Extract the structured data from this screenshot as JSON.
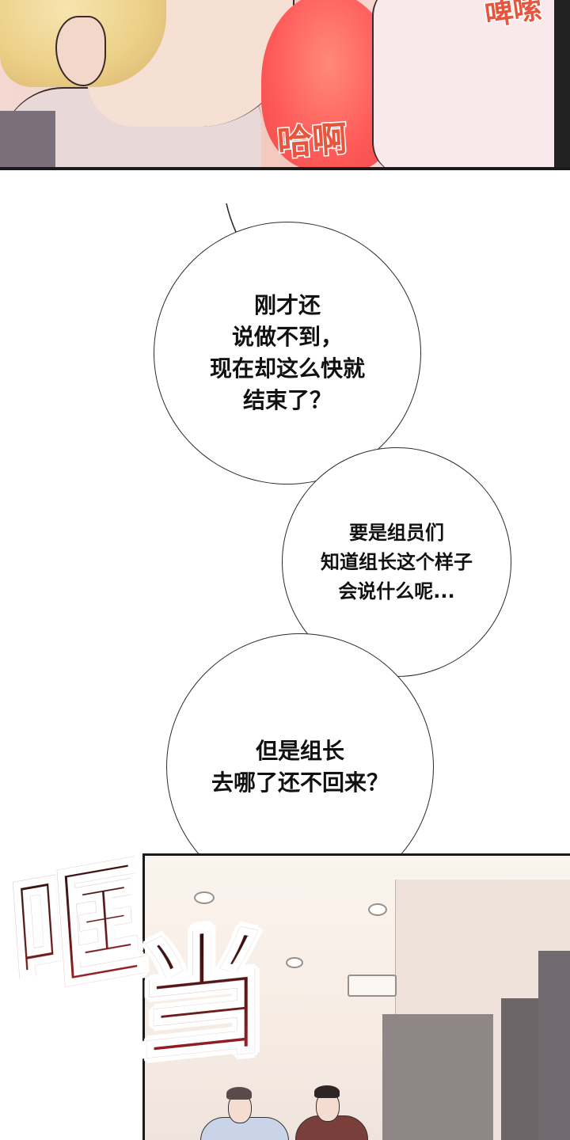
{
  "top_panel": {
    "sfx_main": "哈啊",
    "sfx_corner": "啤嗦"
  },
  "bubbles": [
    {
      "text": "刚才还\n说做不到，\n现在却这么快就\n结束了？"
    },
    {
      "text": "要是组员们\n知道组长这个样子\n会说什么呢..."
    },
    {
      "text": "但是组长\n去哪了还不回来？"
    }
  ],
  "bottom_panel": {
    "sfx_1": "哐",
    "sfx_2": "当"
  }
}
